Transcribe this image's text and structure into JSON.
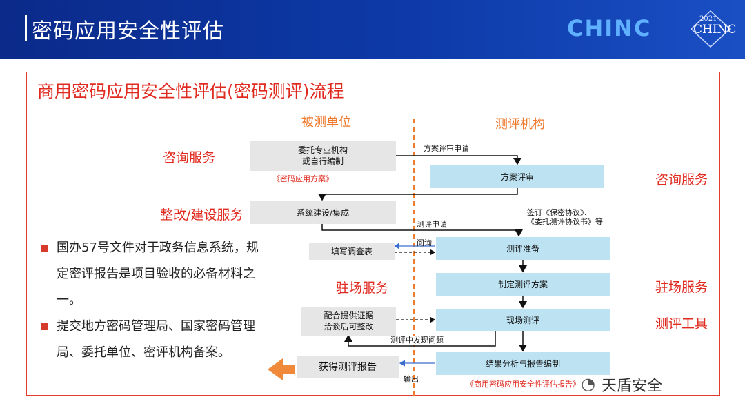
{
  "header": {
    "title": "密码应用安全性评估",
    "logo_text": "CHINC",
    "logo_year": "2021",
    "logo_sub": "CHINC"
  },
  "main_title": "商用密码应用安全性评估(密码测评)流程",
  "columns": {
    "left": "被测单位",
    "right": "测评机构"
  },
  "services": {
    "consult_left": "咨询服务",
    "consult_right": "咨询服务",
    "rectify": "整改/建设服务",
    "onsite_left": "驻场服务",
    "onsite_right": "驻场服务",
    "tools": "测评工具"
  },
  "boxes": {
    "commission": "委托专业机构\n或自行编制",
    "scheme_review": "方案评审",
    "system_build": "系统建设/集成",
    "fill_survey": "填写调查表",
    "eval_prepare": "测评准备",
    "make_plan": "制定测评方案",
    "provide_evidence": "配合提供证据\n洽谈后可整改",
    "onsite_eval": "现场测评",
    "get_report": "获得测评报告",
    "analysis": "结果分析与报告编制"
  },
  "notes": {
    "crypto_plan": "《密码应用方案》",
    "eval_report": "《商用密码应用安全性评估报告》"
  },
  "labels": {
    "scheme_apply": "方案评审申请",
    "eval_apply": "测评申请",
    "sign": "签订《保密协议》、\n《委托测评协议书》等",
    "inquiry": "问询",
    "found_issue": "测评中发现问题",
    "output": "输出"
  },
  "bullets": [
    "国办57号文件对于政务信息系统，规定密评报告是项目验收的必备材料之一。",
    "提交地方密码管理局、国家密码管理局、委托单位、密评机构备案。"
  ],
  "watermark": "天盾安全",
  "colors": {
    "header_blue": "#0d3aa8",
    "accent_red": "#e02a1f",
    "col_head_orange": "#f0782a",
    "box_blue": "#bde3f3",
    "box_gray": "#e6e6e6",
    "arrow_orange": "#f08a3a",
    "divider_orange": "#f07d2e"
  }
}
